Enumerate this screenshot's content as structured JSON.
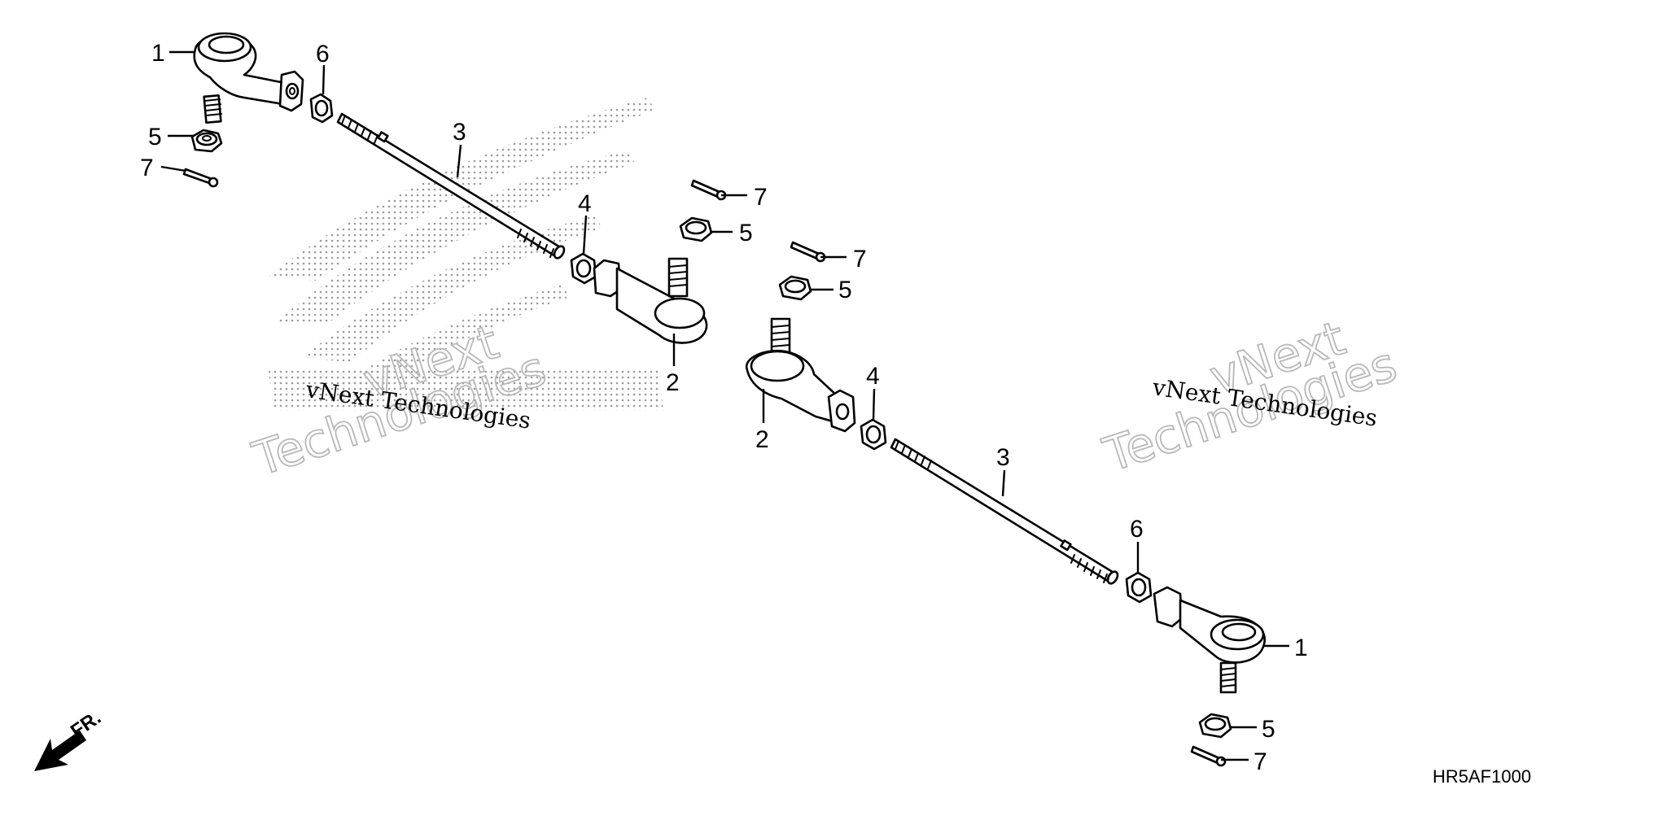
{
  "diagram": {
    "callouts": [
      {
        "id": "c1a",
        "text": "1"
      },
      {
        "id": "c6a",
        "text": "6"
      },
      {
        "id": "c5a",
        "text": "5"
      },
      {
        "id": "c7a",
        "text": "7"
      },
      {
        "id": "c3a",
        "text": "3"
      },
      {
        "id": "c4a",
        "text": "4"
      },
      {
        "id": "c7b",
        "text": "7"
      },
      {
        "id": "c5b",
        "text": "5"
      },
      {
        "id": "c7c",
        "text": "7"
      },
      {
        "id": "c5c",
        "text": "5"
      },
      {
        "id": "c2a",
        "text": "2"
      },
      {
        "id": "c4b",
        "text": "4"
      },
      {
        "id": "c2b",
        "text": "2"
      },
      {
        "id": "c3b",
        "text": "3"
      },
      {
        "id": "c6b",
        "text": "6"
      },
      {
        "id": "c1b",
        "text": "1"
      },
      {
        "id": "c5d",
        "text": "5"
      },
      {
        "id": "c7d",
        "text": "7"
      }
    ],
    "direction_label": "FR.",
    "diagram_code": "HR5AF1000",
    "watermarks": [
      {
        "line1": "vNext Technologies",
        "line2": "vNext",
        "line3": "Technologies"
      },
      {
        "line1": "vNext Technologies",
        "line2": "vNext",
        "line3": "Technologies"
      }
    ],
    "colors": {
      "line": "#000000",
      "background": "#ffffff",
      "logo_dots": "#9a9a9a",
      "watermark_outline": "#b8b8b8"
    }
  }
}
